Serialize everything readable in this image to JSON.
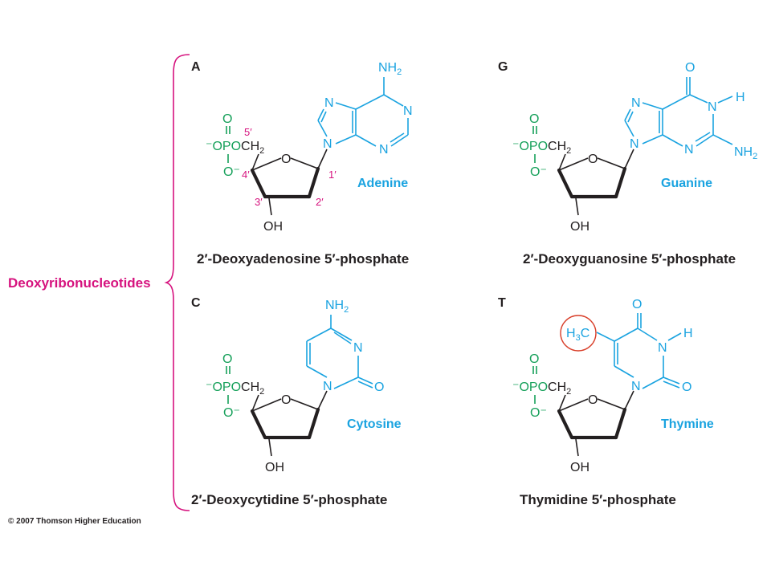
{
  "group_label": "Deoxyribonucleotides",
  "copyright": "© 2007 Thomson Higher Education",
  "colors": {
    "magenta": "#d6127e",
    "cyan": "#1aa3e0",
    "green": "#16a05a",
    "black": "#231f20",
    "highlight_circle": "#d9402b"
  },
  "panels": [
    {
      "letter": "A",
      "base_name": "Adenine",
      "nucleotide_name": "2′-Deoxyadenosine 5′-phosphate"
    },
    {
      "letter": "G",
      "base_name": "Guanine",
      "nucleotide_name": "2′-Deoxyguanosine 5′-phosphate"
    },
    {
      "letter": "C",
      "base_name": "Cytosine",
      "nucleotide_name": "2′-Deoxycytidine 5′-phosphate"
    },
    {
      "letter": "T",
      "base_name": "Thymine",
      "nucleotide_name": "Thymidine 5′-phosphate"
    }
  ],
  "sugar_carbon_numbers": [
    "5′",
    "4′",
    "3′",
    "2′",
    "1′"
  ],
  "atoms": {
    "ring_oxygen": "O",
    "hydroxyl": "OH",
    "phosphate_oxo": "O",
    "phosphate_ester": "⁻OPOCH",
    "phosphate_ester_sub": "2",
    "phosphate_minus": "O⁻",
    "nitrogen": "N",
    "hydrogen": "H",
    "oxygen": "O",
    "amino": "NH",
    "amino_sub": "2",
    "methyl_h": "H",
    "methyl_sub": "3",
    "methyl_c": "C"
  }
}
